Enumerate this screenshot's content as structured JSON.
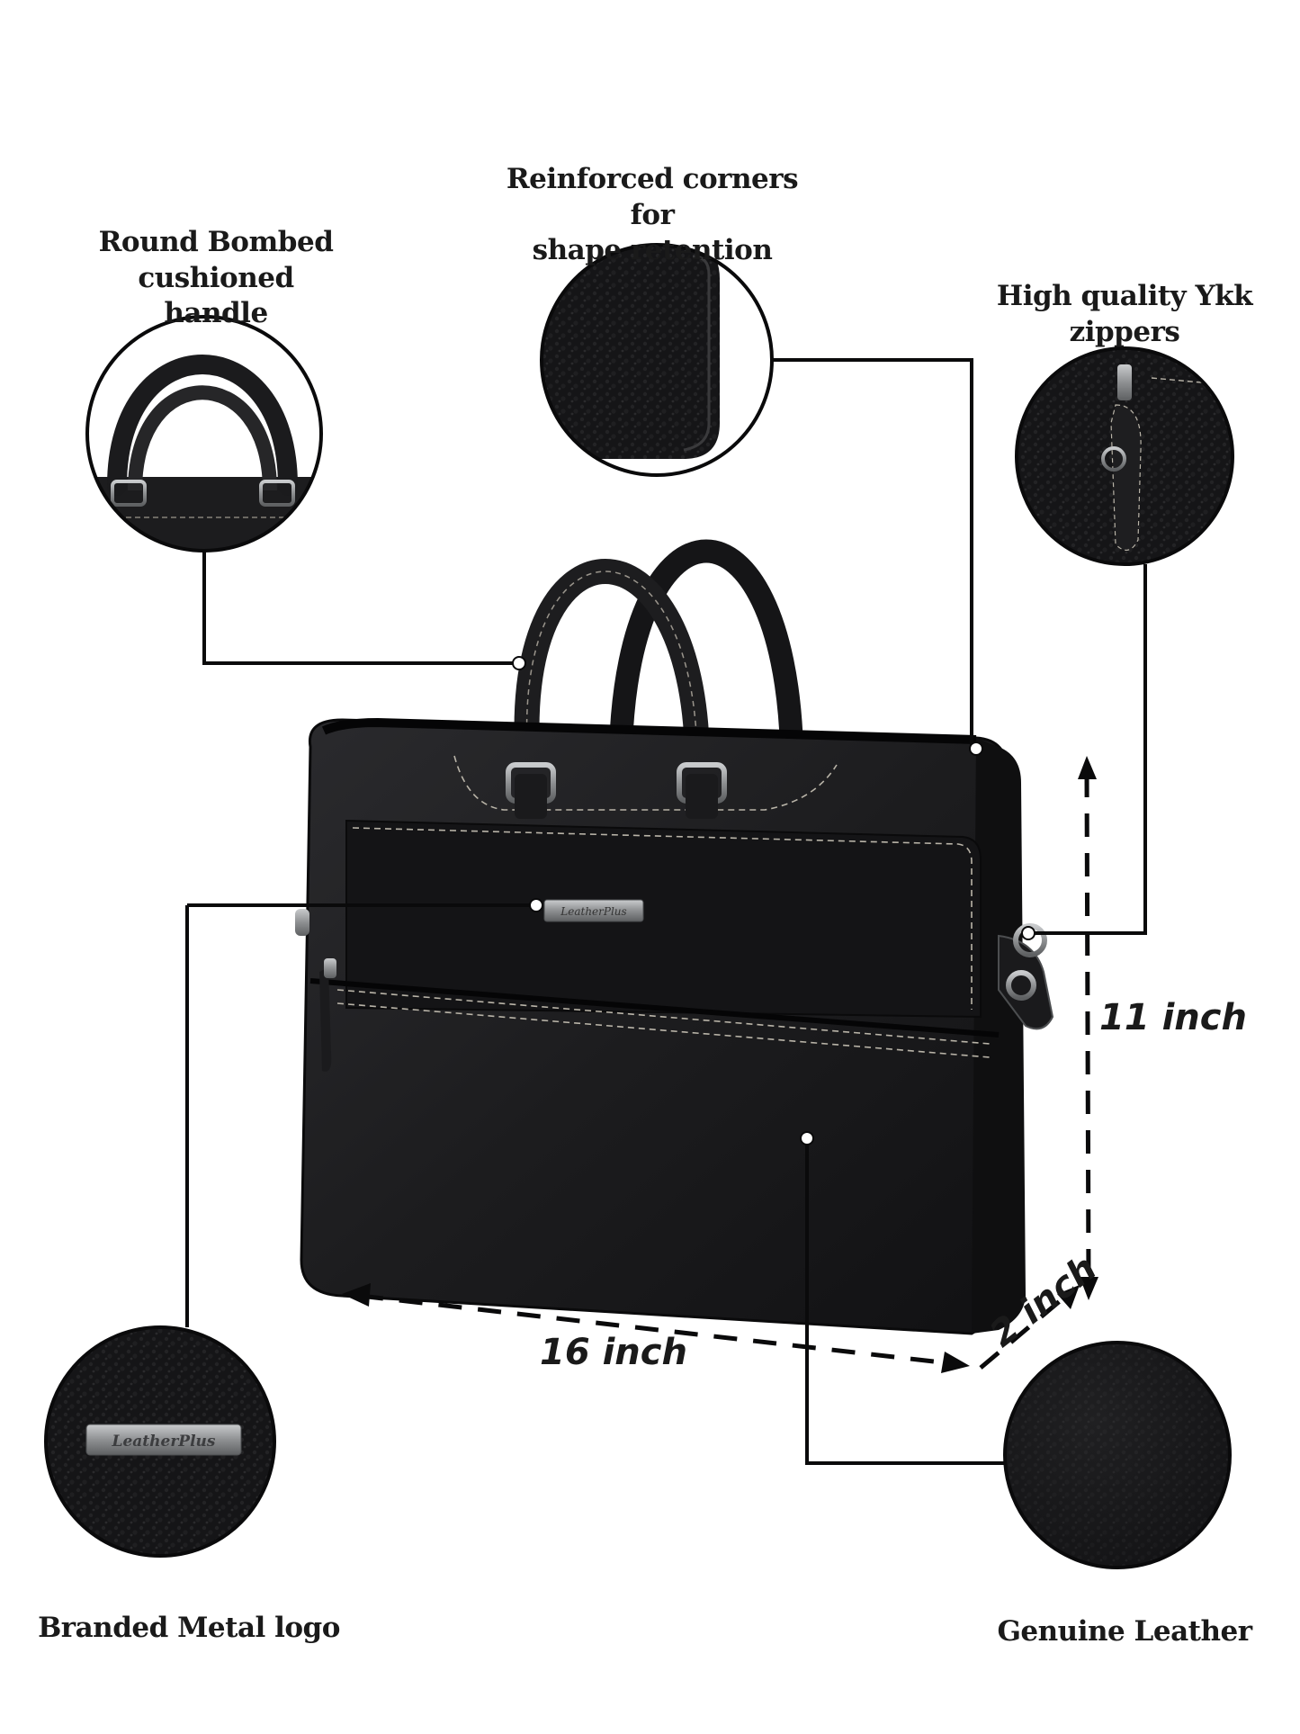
{
  "callouts": {
    "handle": "Round Bombed cushioned\nhandle",
    "corners": "Reinforced corners for\nshape retention",
    "zippers": "High quality Ykk zippers",
    "logo": "Branded Metal logo",
    "leather": "Genuine Leather"
  },
  "dimensions": {
    "width": "16 inch",
    "height": "11 inch",
    "depth": "2 inch"
  },
  "product": {
    "logo_text": "LeatherPlus"
  },
  "colors": {
    "bag": "#1c1c1e",
    "stitch": "#b9b4a8",
    "metal": "#7d7f82",
    "line": "#0a0a0a"
  }
}
